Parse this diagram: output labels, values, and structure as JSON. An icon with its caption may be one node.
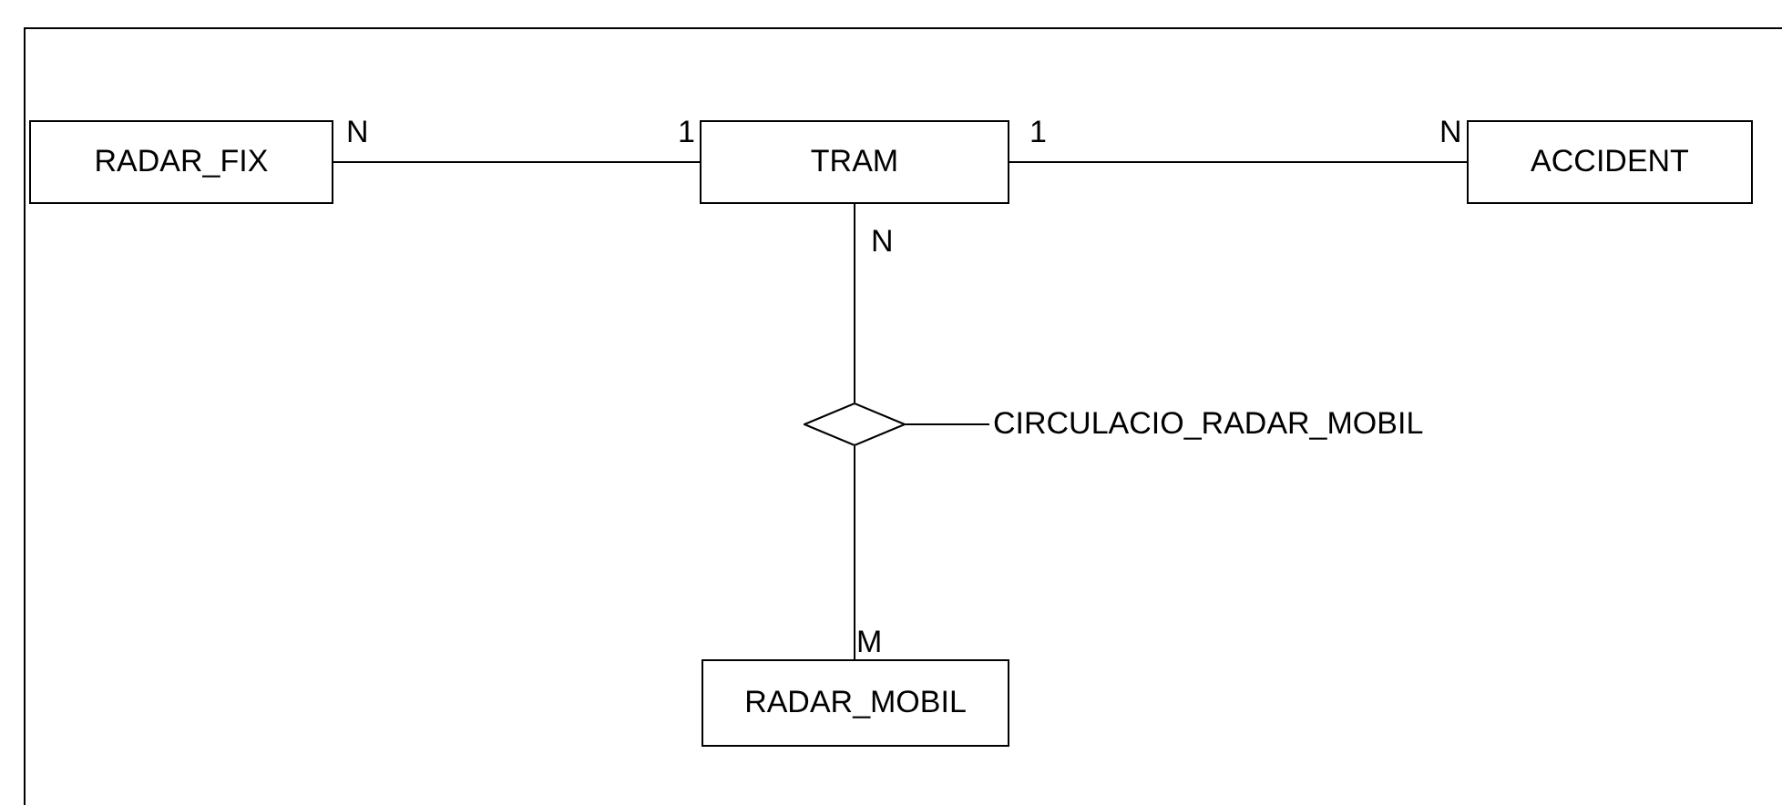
{
  "diagram": {
    "nodes": [
      {
        "text": [
          "RADAR_FIX"
        ]
      },
      {
        "text": [
          "TRAM"
        ]
      },
      {
        "text": [
          "ACCIDENT"
        ]
      },
      {
        "text": [],
        "shape": "diamond"
      },
      {
        "text": [
          "CIRCULACIO_RADAR_MOBIL"
        ]
      },
      {
        "text": [
          "RADAR_MOBIL"
        ]
      }
    ],
    "edges": [
      {
        "from": 0,
        "to": 1,
        "arrow": "none"
      },
      {
        "from": 1,
        "to": 2,
        "arrow": "none"
      },
      {
        "from": 1,
        "to": 3,
        "arrow": "none"
      },
      {
        "from": 3,
        "to": 5,
        "arrow": "none"
      },
      {
        "from": 3,
        "to": 4,
        "arrow": "none"
      }
    ],
    "labels": [
      "N",
      "1",
      "1",
      "N",
      "N",
      "M"
    ]
  }
}
